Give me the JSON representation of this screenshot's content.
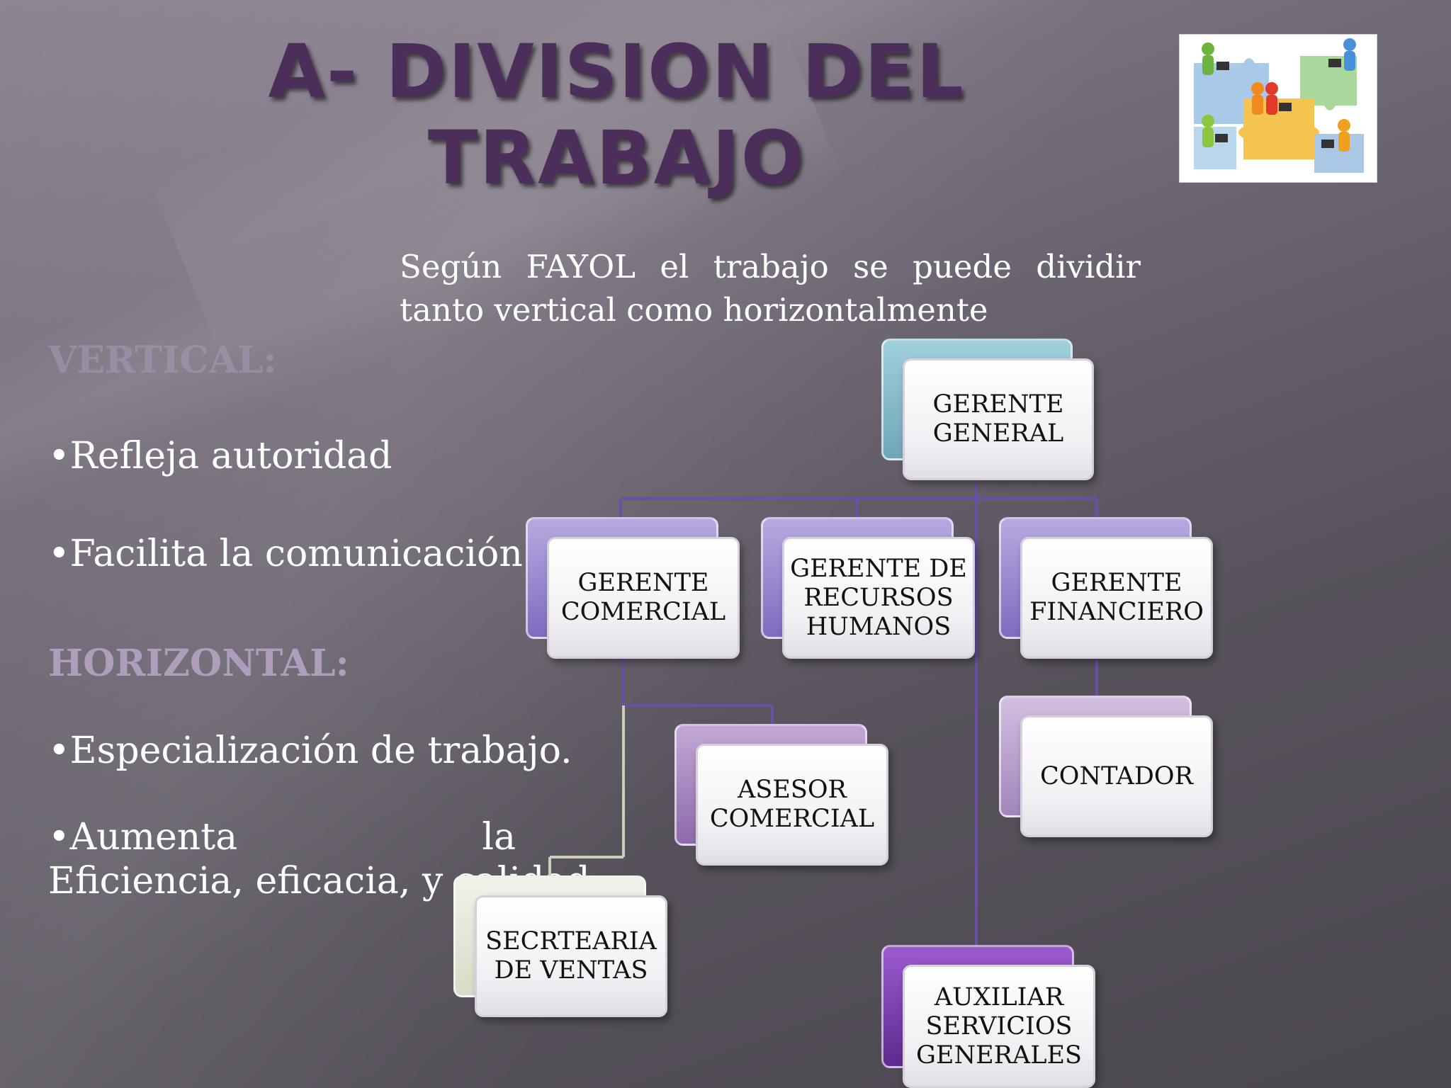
{
  "slide": {
    "title_line1": "A- DIVISION DEL",
    "title_line2": "TRABAJO",
    "subtitle": "Según FAYOL el trabajo se puede dividir tanto vertical como horizontalmente"
  },
  "left_panel": {
    "vertical_heading": "VERTICAL:",
    "bullet_1": "•Refleja autoridad",
    "bullet_2": "•Facilita la comunicación.",
    "horizontal_heading": "HORIZONTAL:",
    "bullet_3": "•Especialización de trabajo.",
    "bullet_4a": "•Aumenta",
    "bullet_4b": "la",
    "bullet_5": "Eficiencia, eficacia, y calidad."
  },
  "org_chart": {
    "gerente_general": [
      "GERENTE",
      "GENERAL"
    ],
    "gerente_comercial": [
      "GERENTE",
      "COMERCIAL"
    ],
    "gerente_rrhh": [
      "GERENTE DE",
      "RECURSOS",
      "HUMANOS"
    ],
    "gerente_financiero": [
      "GERENTE",
      "FINANCIERO"
    ],
    "asesor_comercial": [
      "ASESOR",
      "COMERCIAL"
    ],
    "contador": [
      "CONTADOR"
    ],
    "secretaria_ventas": [
      "SECRTEARIA",
      "DE VENTAS"
    ],
    "auxiliar_servicios": [
      "AUXILIAR",
      "SERVICIOS",
      "GENERALES"
    ]
  },
  "colors": {
    "title": "#4b2f5a",
    "connector_purple": "#6b4fa5",
    "connector_light": "#c8cfb8",
    "top_back": "#8bbcc9",
    "level2_back": "#9f8dd1",
    "asesor_back": "#a68ac0",
    "secretaria_back": "#e4ead7",
    "auxiliar_back": "#7a3fb0",
    "contador_back": "#b9a0cc"
  }
}
